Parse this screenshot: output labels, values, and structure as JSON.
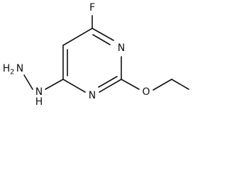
{
  "molecule": {
    "atoms": {
      "fluorine": "F",
      "ring_n_top": "N",
      "ring_n_bottom": "N",
      "ether_o": "O",
      "hydrazine_n": "N",
      "hydrazine_nh2_h": "H",
      "hydrazine_nh2_sub": "2",
      "hydrazine_nh2_n": "N",
      "hydrazine_nh_h": "H"
    }
  }
}
